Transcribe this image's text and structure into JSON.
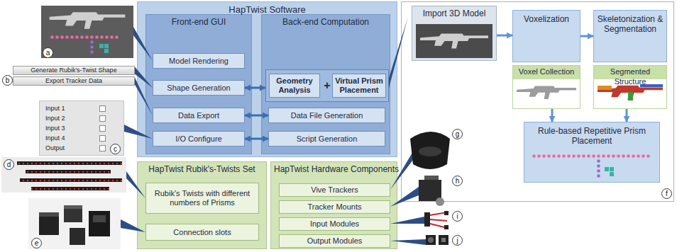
{
  "diagram": {
    "nodes": [
      {
        "text": [
          "HapTwist Software"
        ]
      },
      {
        "text": [
          "Front-end GUI"
        ],
        "in": 0
      },
      {
        "text": [
          "Model Rendering"
        ],
        "in": 1
      },
      {
        "text": [
          "Shape Generation"
        ],
        "in": 1
      },
      {
        "text": [
          "Data Export"
        ],
        "in": 1
      },
      {
        "text": [
          "I/O Configure"
        ],
        "in": 1
      },
      {
        "text": [
          "Back-end Computation"
        ],
        "in": 0
      },
      {
        "text": [
          "+"
        ],
        "in": 6
      },
      {
        "text": [
          "Geometry Analysis"
        ],
        "in": 7
      },
      {
        "text": [
          "Virtual Prism Placement"
        ],
        "in": 7
      },
      {
        "text": [
          "Data File Generation"
        ],
        "in": 6
      },
      {
        "text": [
          "Script Generation"
        ],
        "in": 6
      },
      {
        "text": [
          "HapTwist Rubik's-Twists Set"
        ]
      },
      {
        "text": [
          "Rubik's Twists with different numbers of Prisms"
        ],
        "in": 12
      },
      {
        "text": [
          "Connection slots"
        ],
        "in": 12
      },
      {
        "text": [
          "HapTwist Hardware Components"
        ]
      },
      {
        "text": [
          "Vive Trackers"
        ],
        "in": 15
      },
      {
        "text": [
          "Tracker Mounts"
        ],
        "in": 15
      },
      {
        "text": [
          "Input Modules"
        ],
        "in": 15
      },
      {
        "text": [
          "Output Modules"
        ],
        "in": 15
      },
      {
        "text": [
          "Import 3D Model"
        ]
      },
      {
        "text": [
          "Voxelization"
        ]
      },
      {
        "text": [
          "Skeletonization & Segmentation"
        ]
      },
      {
        "text": [
          "Voxel Collection"
        ]
      },
      {
        "text": [
          "Segmented Structure"
        ]
      },
      {
        "text": [
          "Rule-based Repetitive Prism Placement"
        ]
      },
      {
        "text": [
          "Generate Rubik's-Twist Shape"
        ]
      },
      {
        "text": [
          "Export Tracker Data"
        ]
      },
      {
        "text": [
          "Input 1",
          "Input 2",
          "Input 3",
          "Input 4",
          "Output"
        ]
      }
    ],
    "edges": [
      {
        "from": 3,
        "to": 7,
        "arrow": "both"
      },
      {
        "from": 4,
        "to": 10,
        "arrow": "both"
      },
      {
        "from": 5,
        "to": 11,
        "arrow": "both"
      },
      {
        "from": 20,
        "to": 21,
        "arrow": "to"
      },
      {
        "from": 21,
        "to": 22,
        "arrow": "to"
      },
      {
        "from": 23,
        "to": 25,
        "arrow": "to"
      },
      {
        "from": 24,
        "to": 25,
        "arrow": "to"
      },
      {
        "from": 26,
        "to": 3,
        "arrow": "none"
      },
      {
        "from": 27,
        "to": 4,
        "arrow": "none"
      },
      {
        "from": 28,
        "to": 5,
        "arrow": "none"
      }
    ],
    "labels": [
      "a",
      "b",
      "c",
      "d",
      "e",
      "f",
      "g",
      "h",
      "i",
      "j"
    ]
  }
}
